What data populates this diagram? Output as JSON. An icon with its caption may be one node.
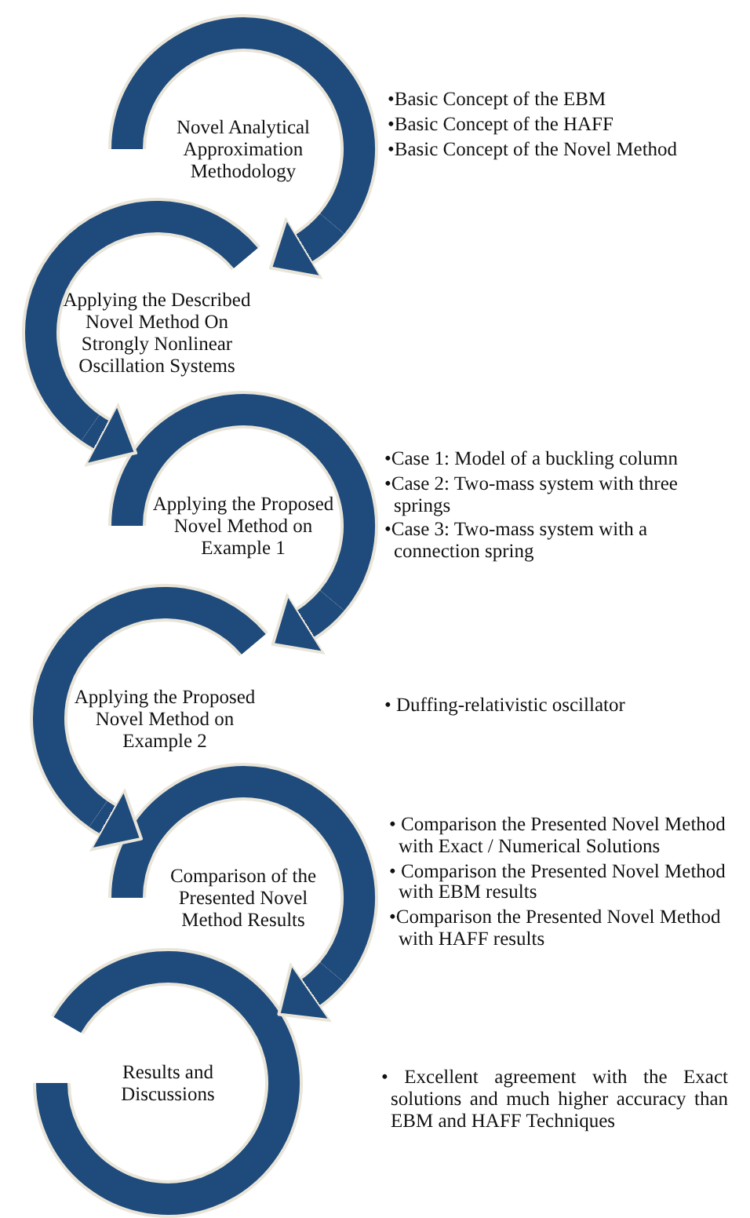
{
  "diagram": {
    "nodes": [
      {
        "text": [
          "Novel Analytical Approximation Methodology"
        ],
        "beside": [
          "•Basic Concept of the EBM",
          "•Basic Concept of the HAFF",
          "•Basic Concept of the Novel Method"
        ]
      },
      {
        "text": [
          "Applying the Described Novel Method On Strongly Nonlinear Oscillation Systems"
        ]
      },
      {
        "text": [
          "Applying the Proposed Novel Method on Example 1"
        ],
        "beside": [
          "•Case 1: Model of a buckling column",
          "•Case 2: Two-mass system with three springs",
          "•Case 3: Two-mass system with a connection spring"
        ]
      },
      {
        "text": [
          "Applying the Proposed Novel Method on Example 2"
        ]
      },
      {
        "text": [
          "Comparison of the Presented Novel Method Results"
        ],
        "beside": [
          "• Comparison the Presented Novel Method with Exact / Numerical Solutions",
          "• Comparison the Presented Novel Method with EBM results",
          "•Comparison the Presented Novel Method with HAFF results"
        ]
      },
      {
        "text": [
          "Results and Discussions"
        ]
      }
    ],
    "edges": [
      {
        "from": 0,
        "to": 1,
        "arrow": "to"
      },
      {
        "from": 1,
        "to": 2,
        "arrow": "to"
      },
      {
        "from": 2,
        "to": 3,
        "arrow": "to"
      },
      {
        "from": 3,
        "to": 4,
        "arrow": "to"
      },
      {
        "from": 4,
        "to": 5,
        "arrow": "to"
      }
    ],
    "labels": [
      "• Duffing-relativistic oscillator",
      "• Excellent agreement with the Exact solutions and much higher accuracy than EBM and HAFF Techniques"
    ]
  }
}
